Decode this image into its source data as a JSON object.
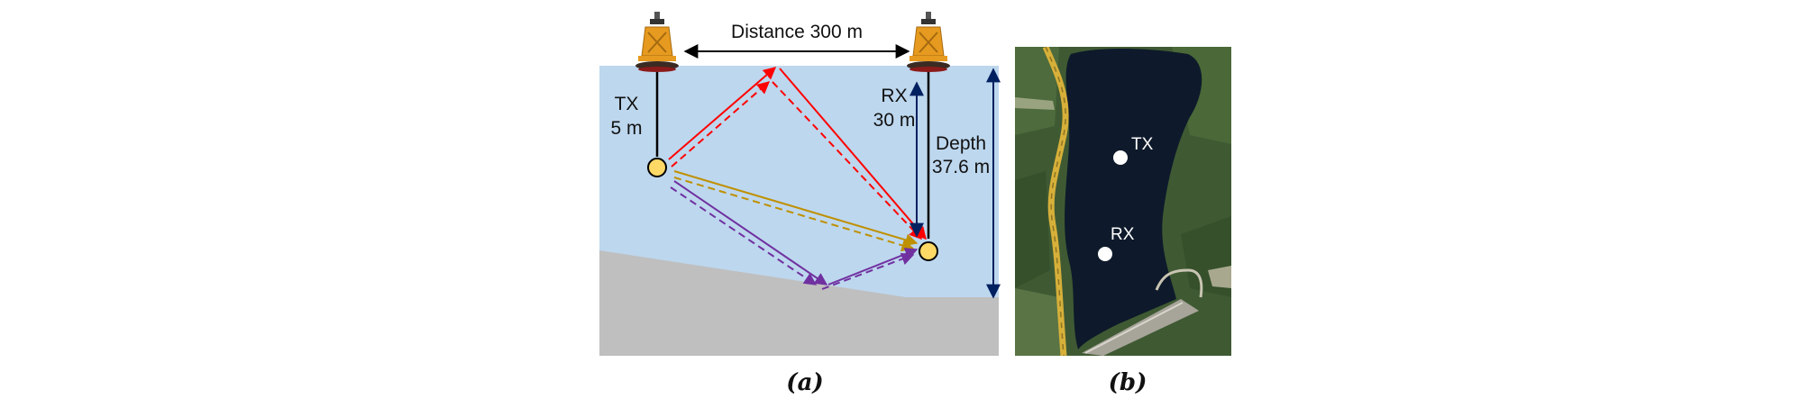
{
  "panel_a": {
    "distance_label": "Distance 300 m",
    "tx_label": "TX",
    "tx_depth": "5 m",
    "rx_label": "RX",
    "rx_depth": "30 m",
    "depth_label": "Depth",
    "depth_value": "37.6 m",
    "caption": "(a)"
  },
  "panel_b": {
    "tx_label": "TX",
    "rx_label": "RX",
    "caption": "(b)"
  },
  "colors": {
    "water": "#bdd7ee",
    "seabed": "#bfbfbf",
    "surface_path": "#ff0000",
    "direct_path": "#bf9000",
    "bottom_path": "#7030a0",
    "node": "#ffd966",
    "axis": "#002060"
  }
}
